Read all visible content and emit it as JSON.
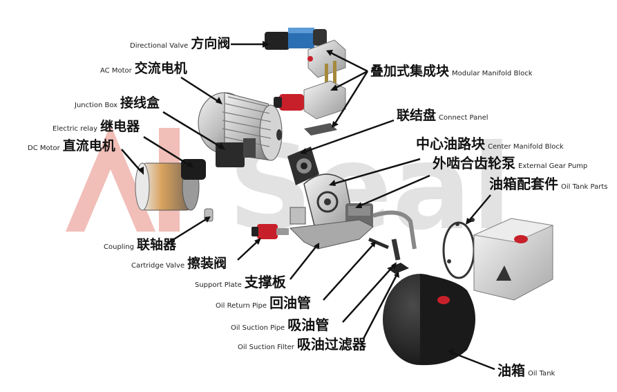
{
  "watermark": "AI Seal",
  "labels": [
    {
      "id": "directional-valve",
      "en": "Directional Valve",
      "cn": "方向阀"
    },
    {
      "id": "ac-motor",
      "en": "AC Motor",
      "cn": "交流电机"
    },
    {
      "id": "modular-manifold-block",
      "en": "Modular Manifold Block",
      "cn": "叠加式集成块"
    },
    {
      "id": "junction-box",
      "en": "Junction Box",
      "cn": "接线盒"
    },
    {
      "id": "connect-panel",
      "en": "Connect Panel",
      "cn": "联结盘"
    },
    {
      "id": "electric-relay",
      "en": "Electric relay",
      "cn": "继电器"
    },
    {
      "id": "dc-motor",
      "en": "DC Motor",
      "cn": "直流电机"
    },
    {
      "id": "center-manifold-block",
      "en": "Center Manifold Block",
      "cn": "中心油路块"
    },
    {
      "id": "external-gear-pump",
      "en": "External Gear Pump",
      "cn": "外啮合齿轮泵"
    },
    {
      "id": "oil-tank-parts",
      "en": "Oil Tank Parts",
      "cn": "油箱配套件"
    },
    {
      "id": "coupling",
      "en": "Coupling",
      "cn": "联轴器"
    },
    {
      "id": "cartridge-valve",
      "en": "Cartridge Valve",
      "cn": "擦装阀"
    },
    {
      "id": "support-plate",
      "en": "Support Plate",
      "cn": "支撑板"
    },
    {
      "id": "oil-return-pipe",
      "en": "Oil Return Pipe",
      "cn": "回油管"
    },
    {
      "id": "oil-suction-pipe",
      "en": "Oil Suction Pipe",
      "cn": "吸油管"
    },
    {
      "id": "oil-suction-filter",
      "en": "Oil Suction Filter",
      "cn": "吸油过滤器"
    },
    {
      "id": "oil-tank",
      "en": "Oil Tank",
      "cn": "油箱"
    }
  ],
  "colors": {
    "watermark_red": "#e0483f",
    "watermark_gray": "#bdbdbd",
    "valve_blue": "#2b6fb3",
    "solenoid_red": "#c8202a",
    "metal_light": "#d9d9d9",
    "metal_dark": "#555555",
    "tank_black": "#1e1e1e"
  }
}
